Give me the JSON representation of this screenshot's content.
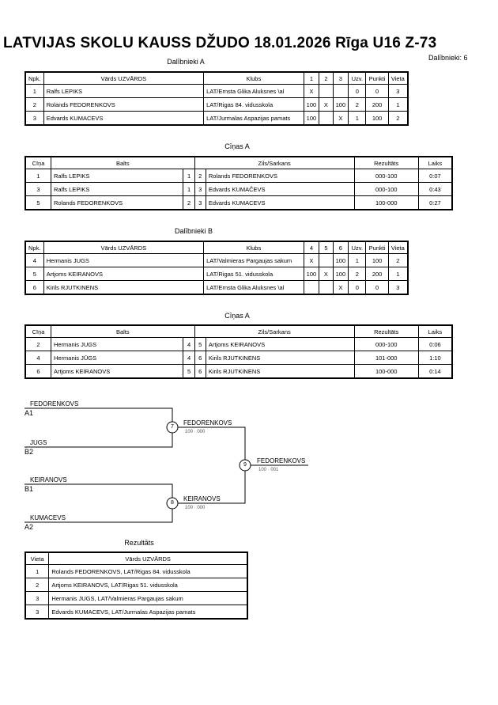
{
  "header": {
    "title": "LATVIJAS SKOLU KAUSS DŽUDO  18.01.2026  Rīga   U16 Z-73",
    "participants_count": "Dalībnieki: 6"
  },
  "pool_a": {
    "caption": "Dalībnieki A",
    "headers": [
      "Npk.",
      "Vārds UZVĀRDS",
      "Klubs",
      "1",
      "2",
      "3",
      "Uzv.",
      "Punkti",
      "Vieta"
    ],
    "rows": [
      [
        "1",
        "Ralfs LEPIKS",
        "LAT/Ernsta Glika Aluksnes \\al",
        "X",
        "",
        "",
        "0",
        "0",
        "3"
      ],
      [
        "2",
        "Rolands FEDORENKOVS",
        "LAT/Rigas 84. vidusskola",
        "100",
        "X",
        "100",
        "2",
        "200",
        "1"
      ],
      [
        "3",
        "Edvards KUMACEVS",
        "LAT/Jurmalas Aspazijas pamats",
        "100",
        "",
        "X",
        "1",
        "100",
        "2"
      ]
    ]
  },
  "matches_a": {
    "caption": "Cīņas A",
    "headers": [
      "Cīņa",
      "Balts",
      "Zils/Sarkans",
      "Rezultāts",
      "Laiks"
    ],
    "rows": [
      [
        "1",
        "Ralfs LEPIKS",
        "1",
        "2",
        "Rolands FEDORENKOVS",
        "000-100",
        "0:07"
      ],
      [
        "3",
        "Ralfs LEPIKS",
        "1",
        "3",
        "Edvards KUMAČEVS",
        "000-100",
        "0:43"
      ],
      [
        "5",
        "Rolands FEDORENKOVS",
        "2",
        "3",
        "Edvards KUMACEVS",
        "100-000",
        "0:27"
      ]
    ]
  },
  "pool_b": {
    "caption": "Dalībnieki B",
    "headers": [
      "Npk.",
      "Vārds UZVĀRDS",
      "Klubs",
      "4",
      "5",
      "6",
      "Uzv.",
      "Punkti",
      "Vieta"
    ],
    "rows": [
      [
        "4",
        "Hermanis JUGS",
        "LAT/Valmieras Pargaujas sakum",
        "X",
        "",
        "100",
        "1",
        "100",
        "2"
      ],
      [
        "5",
        "Artjoms KEIRANOVS",
        "LAT/Rigas 51. vidusskola",
        "100",
        "X",
        "100",
        "2",
        "200",
        "1"
      ],
      [
        "6",
        "Kirils RJUTKINENS",
        "LAT/Ernsta Glika Aluksnes \\al",
        "",
        "",
        "X",
        "0",
        "0",
        "3"
      ]
    ]
  },
  "matches_b": {
    "caption": "Cīņas A",
    "headers": [
      "Cīņa",
      "Balts",
      "Zils/Sarkans",
      "Rezultāts",
      "Laiks"
    ],
    "rows": [
      [
        "2",
        "Hermanis JUGS",
        "4",
        "5",
        "Artjoms KEIRANOVS",
        "000-100",
        "0:06"
      ],
      [
        "4",
        "Hermanis JŪGS",
        "4",
        "6",
        "Kirils RJUTKINENS",
        "101-000",
        "1:10"
      ],
      [
        "6",
        "Artjoms KEIRANOVS",
        "5",
        "6",
        "Kirils RJUTKINENS",
        "100-000",
        "0:14"
      ]
    ]
  },
  "bracket": {
    "slots": [
      {
        "name": "FEDORENKOVS",
        "seed": "A1"
      },
      {
        "name": "JUGS",
        "seed": "B2"
      },
      {
        "name": "KEIRANOVS",
        "seed": "B1"
      },
      {
        "name": "KUMACEVS",
        "seed": "A2"
      }
    ],
    "matches": [
      {
        "num": "7",
        "winner": "FEDORENKOVS",
        "score": "100 · 000"
      },
      {
        "num": "8",
        "winner": "KEIRANOVS",
        "score": "100 · 000"
      },
      {
        "num": "9",
        "winner": "FEDORENKOVS",
        "score": "100 · 001"
      }
    ]
  },
  "results": {
    "caption": "Rezultāts",
    "headers": [
      "Vieta",
      "Vārds UZVĀRDS"
    ],
    "rows": [
      [
        "1",
        "Rolands FEDORENKOVS, LAT/Rigas 84. vidusskola"
      ],
      [
        "2",
        "Artjoms KEIRANOVS, LAT/Rigas 51. vidusskola"
      ],
      [
        "3",
        "Hermanis JUGS, LAT/Valmieras Pargaujas sakum"
      ],
      [
        "3",
        "Edvards KUMACEVS, LAT/Jurmalas Aspazijas pamats"
      ]
    ]
  }
}
